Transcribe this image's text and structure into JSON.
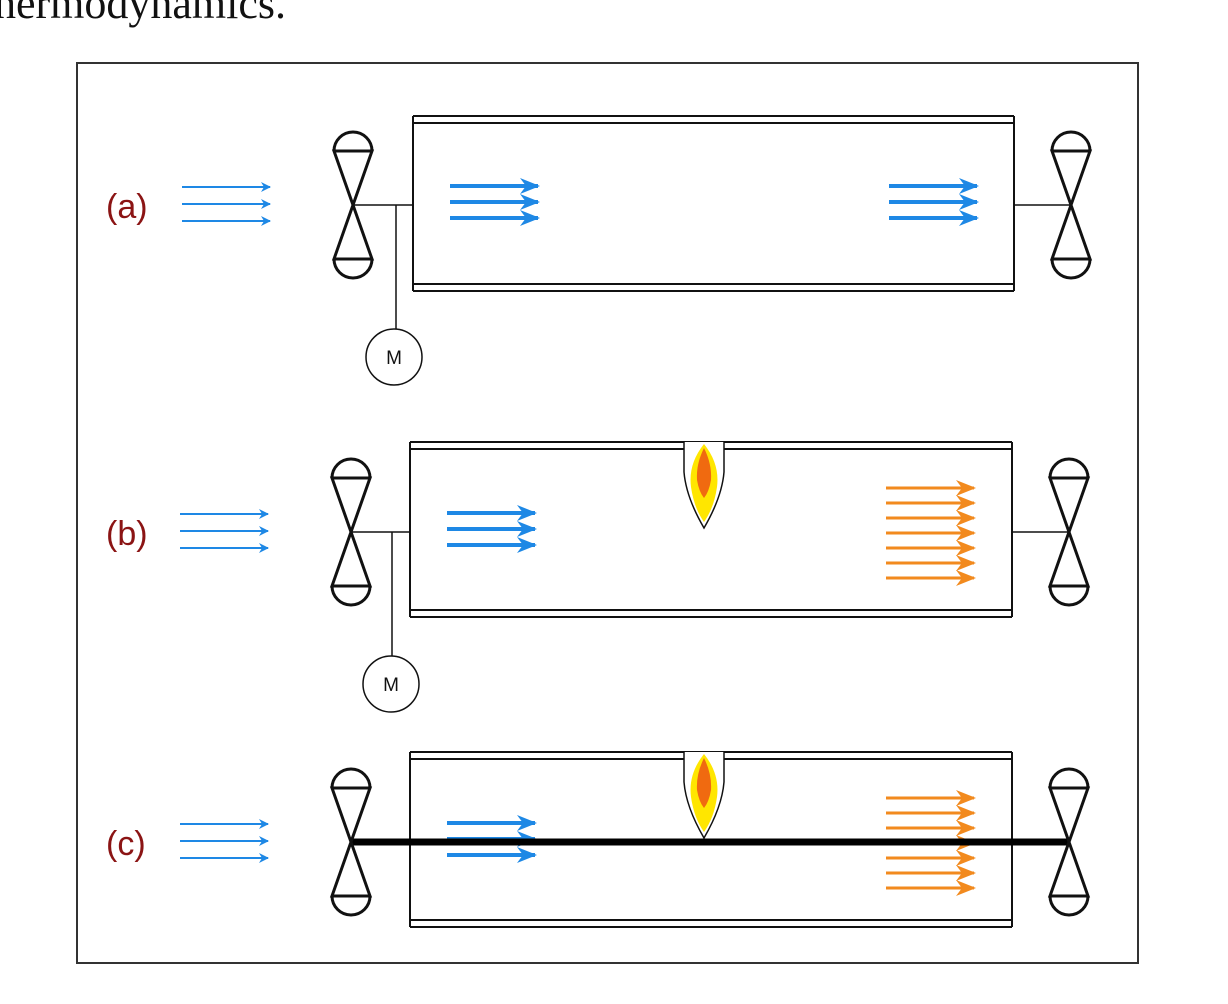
{
  "header": {
    "partial_text": "hermodynamics."
  },
  "colors": {
    "label": "#8b1414",
    "cold_arrow": "#1e88e5",
    "hot_arrow": "#f28a1e",
    "flame_outer": "#ffe600",
    "flame_inner": "#f06a10",
    "line": "#111111"
  },
  "panels": [
    {
      "label": "(a)",
      "has_motor": true,
      "motor_label": "M",
      "has_burner": false,
      "outlet_flow": "cold",
      "shaft_through_duct": false
    },
    {
      "label": "(b)",
      "has_motor": true,
      "motor_label": "M",
      "has_burner": true,
      "outlet_flow": "hot",
      "shaft_through_duct": false
    },
    {
      "label": "(c)",
      "has_motor": false,
      "has_burner": true,
      "outlet_flow": "hot",
      "shaft_through_duct": true
    }
  ]
}
